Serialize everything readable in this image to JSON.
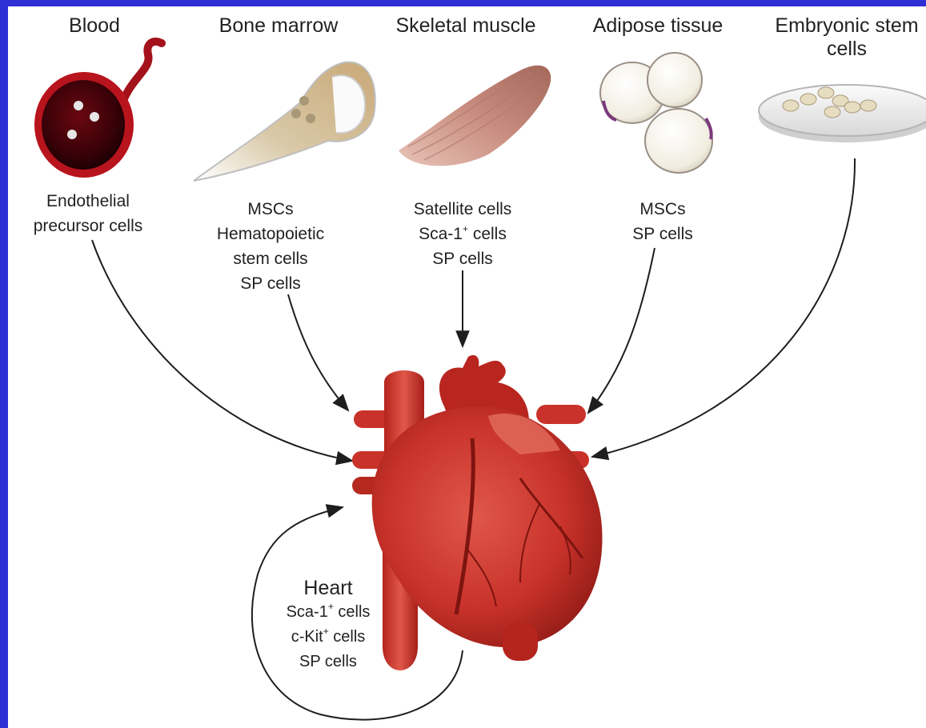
{
  "colors": {
    "border": "#2f2fd6",
    "heart": "#c8322a",
    "heart_dark": "#8e1a15",
    "blood_vessel": "#a3121a",
    "muscle": "#c98e80",
    "fat_cell": "#f6f3e8",
    "arrow": "#1e1e1e"
  },
  "icons": [
    "blood-vessel-icon",
    "bone-icon",
    "muscle-icon",
    "adipose-cells-icon",
    "petri-dish-icon",
    "heart-icon"
  ],
  "sources": [
    {
      "title": "Blood",
      "cells": [
        "Endothelial",
        "precursor cells"
      ]
    },
    {
      "title": "Bone marrow",
      "cells": [
        "MSCs",
        "Hematopoietic",
        "stem cells",
        "SP cells"
      ]
    },
    {
      "title": "Skeletal muscle",
      "cells": [
        "Satellite cells",
        "Sca-1",
        "SP cells"
      ],
      "sca_suffix": " cells"
    },
    {
      "title": "Adipose tissue",
      "cells": [
        "MSCs",
        "SP cells"
      ]
    },
    {
      "title_line1": "Embryonic stem",
      "title_line2": "cells"
    }
  ],
  "heart": {
    "title": "Heart",
    "cells": [
      "Sca-1",
      "c-Kit",
      "SP cells"
    ],
    "suffix": " cells",
    "sup": "+"
  }
}
